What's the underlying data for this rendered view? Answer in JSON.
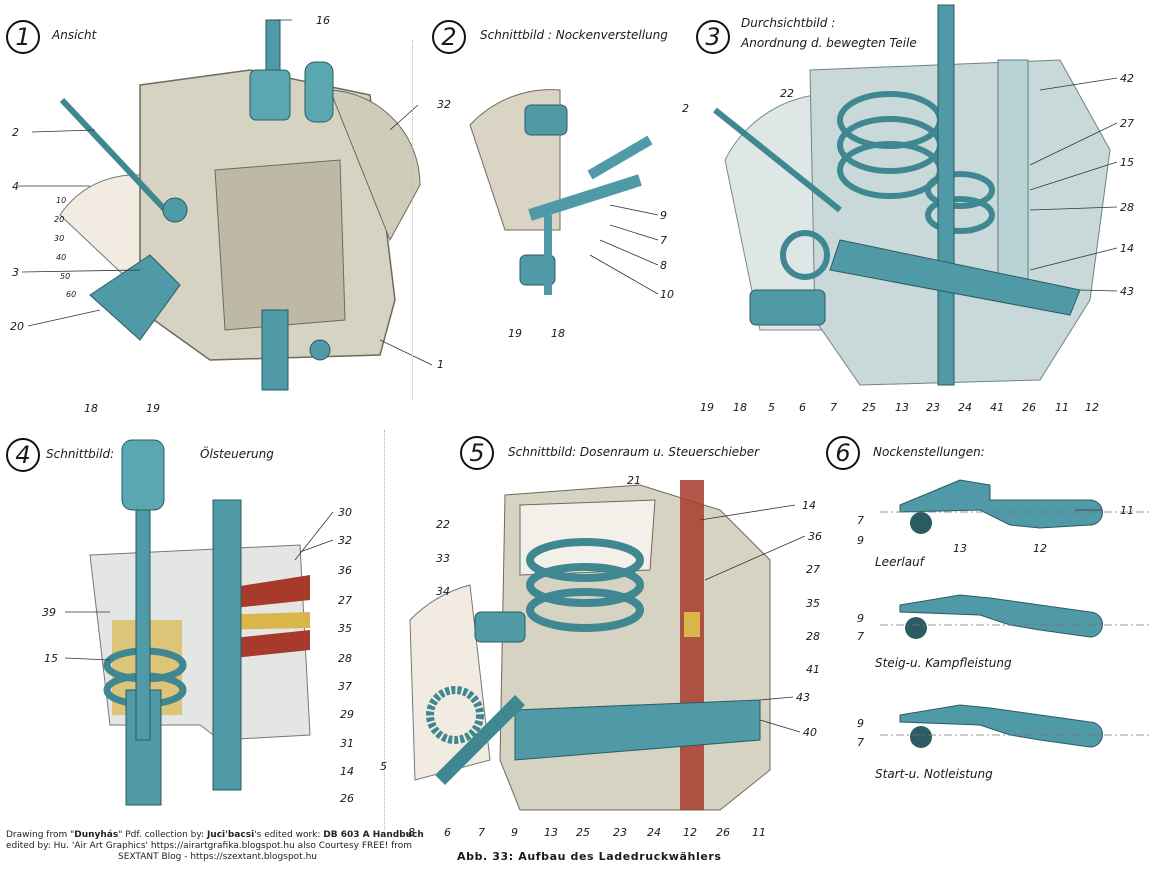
{
  "panels": [
    {
      "num": "1",
      "title": "Ansicht"
    },
    {
      "num": "2",
      "title": "Schnittbild : Nockenverstellung"
    },
    {
      "num": "3",
      "title_line1": "Durchsichtbild :",
      "title_line2": "Anordnung d. bewegten Teile"
    },
    {
      "num": "4",
      "title_a": "Schnittbild:",
      "title_b": "Ölsteuerung"
    },
    {
      "num": "5",
      "title": "Schnittbild: Dosenraum u. Steuerschieber"
    },
    {
      "num": "6",
      "title": "Nockenstellungen:"
    }
  ],
  "callouts": {
    "p1": [
      "16",
      "2",
      "32",
      "4",
      "3",
      "20",
      "18",
      "19",
      "1"
    ],
    "p2": [
      "9",
      "7",
      "8",
      "10",
      "19",
      "18"
    ],
    "p3": [
      "22",
      "2",
      "42",
      "27",
      "15",
      "28",
      "14",
      "43",
      "19",
      "18",
      "5",
      "6",
      "7",
      "25",
      "13",
      "23",
      "24",
      "41",
      "26",
      "11",
      "12"
    ],
    "p4": [
      "30",
      "32",
      "36",
      "39",
      "27",
      "35",
      "15",
      "28",
      "37",
      "29",
      "31",
      "14",
      "26"
    ],
    "p5": [
      "21",
      "14",
      "22",
      "36",
      "33",
      "27",
      "34",
      "35",
      "28",
      "41",
      "43",
      "40",
      "5",
      "8",
      "6",
      "7",
      "9",
      "13",
      "25",
      "23",
      "24",
      "12",
      "26",
      "11"
    ],
    "p6": [
      "7",
      "11",
      "9",
      "13",
      "12",
      "9",
      "7",
      "9",
      "7"
    ]
  },
  "cam_positions": [
    "Leerlauf",
    "Steig-u. Kampfleistung",
    "Start-u. Notleistung"
  ],
  "scale_ticks": [
    "10",
    "20",
    "30",
    "40",
    "50",
    "60"
  ],
  "credits": {
    "line1_a": "Drawing from \"",
    "line1_b": "Dunyhás",
    "line1_c": "\" Pdf. collection by: ",
    "line1_d": "Juci'bacsi",
    "line1_e": "'s edited work: ",
    "line1_f": "DB 603 A Handbuch",
    "line2": "edited by: Hu. 'Air Art Graphics'  https://airartgrafika.blogspot.hu  also Courtesy FREE!  from",
    "line3": "SEXTANT Blog - https://szextant.blogspot.hu"
  },
  "caption": "Abb. 33: Aufbau des Ladedruckwählers",
  "colors": {
    "steel": "#4f9aa6",
    "housing": "#d6d3c2",
    "cutaway": "#c9d9da",
    "oil_red": "#a83a2c",
    "oil_yellow": "#d9b54a"
  }
}
